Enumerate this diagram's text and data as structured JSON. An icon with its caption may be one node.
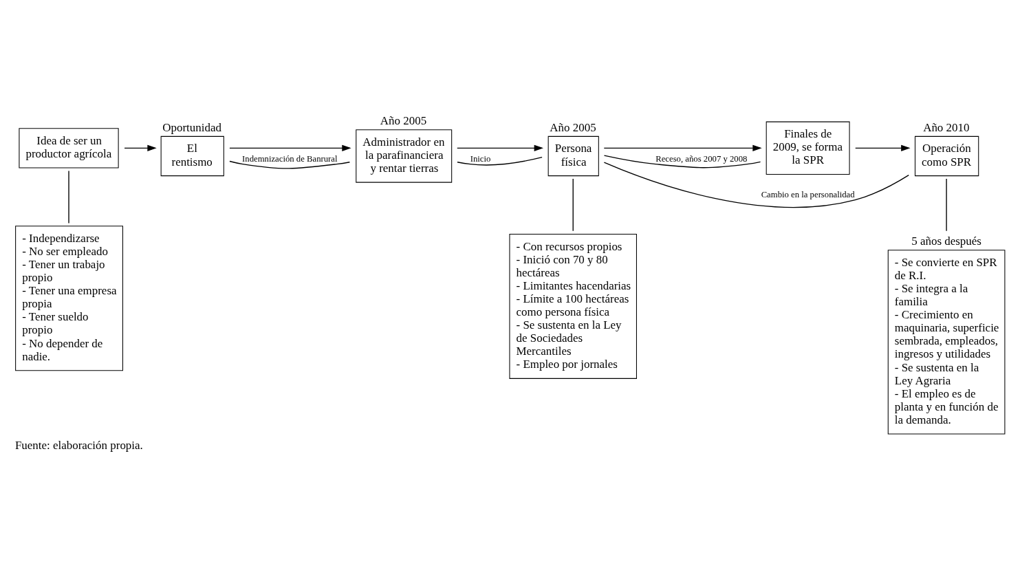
{
  "diagram": {
    "caption": "Fuente: elaboración propia.",
    "nodes": [
      {
        "text": [
          "Idea de ser un productor agrícola"
        ]
      },
      {
        "text": [
          "El rentismo"
        ],
        "beside": [
          "Oportunidad"
        ]
      },
      {
        "text": [
          "Administrador en la parafinanciera y rentar tierras"
        ],
        "beside": [
          "Año 2005"
        ]
      },
      {
        "text": [
          "Persona física"
        ],
        "beside": [
          "Año 2005"
        ]
      },
      {
        "text": [
          "Finales de 2009, se forma la SPR"
        ]
      },
      {
        "text": [
          "Operación como SPR"
        ],
        "beside": [
          "Año 2010"
        ]
      },
      {
        "text": [
          "- Independizarse",
          "- No ser empleado",
          "- Tener un trabajo propio",
          "- Tener una empresa propia",
          "- Tener sueldo propio",
          "- No depender de nadie."
        ]
      },
      {
        "text": [
          "- Con recursos propios",
          "- Inició con 70 y 80 hectáreas",
          "- Limitantes hacendarias",
          "- Límite a 100 hectáreas como persona física",
          "- Se sustenta en la Ley de Sociedades Mercantiles",
          "- Empleo por jornales"
        ]
      },
      {
        "text": [
          "- Se convierte en SPR de R.I.",
          "- Se integra a la familia",
          "- Crecimiento en maquinaria, superficie sembrada, empleados, ingresos y utilidades",
          "- Se sustenta en la Ley Agraria",
          "- El empleo es de planta y en función de la demanda."
        ],
        "beside": [
          "5 años después"
        ]
      }
    ],
    "edges": [
      {
        "from": 0,
        "to": 1,
        "arrow": "to"
      },
      {
        "from": 1,
        "to": 2,
        "arrow": "to"
      },
      {
        "from": 2,
        "to": 3,
        "arrow": "to"
      },
      {
        "from": 3,
        "to": 4,
        "arrow": "to"
      },
      {
        "from": 4,
        "to": 5,
        "arrow": "to"
      },
      {
        "from": 0,
        "to": 6,
        "arrow": "none"
      },
      {
        "from": 1,
        "to": 2,
        "arrow": "none",
        "label": "Indemnización de Banrural"
      },
      {
        "from": 2,
        "to": 3,
        "arrow": "none",
        "label": "Inicio"
      },
      {
        "from": 3,
        "to": 7,
        "arrow": "none"
      },
      {
        "from": 3,
        "to": 4,
        "arrow": "none",
        "label": "Receso, años 2007 y 2008"
      },
      {
        "from": 3,
        "to": 5,
        "arrow": "none",
        "label": "Cambio en la personalidad"
      },
      {
        "from": 5,
        "to": 8,
        "arrow": "none"
      }
    ]
  }
}
